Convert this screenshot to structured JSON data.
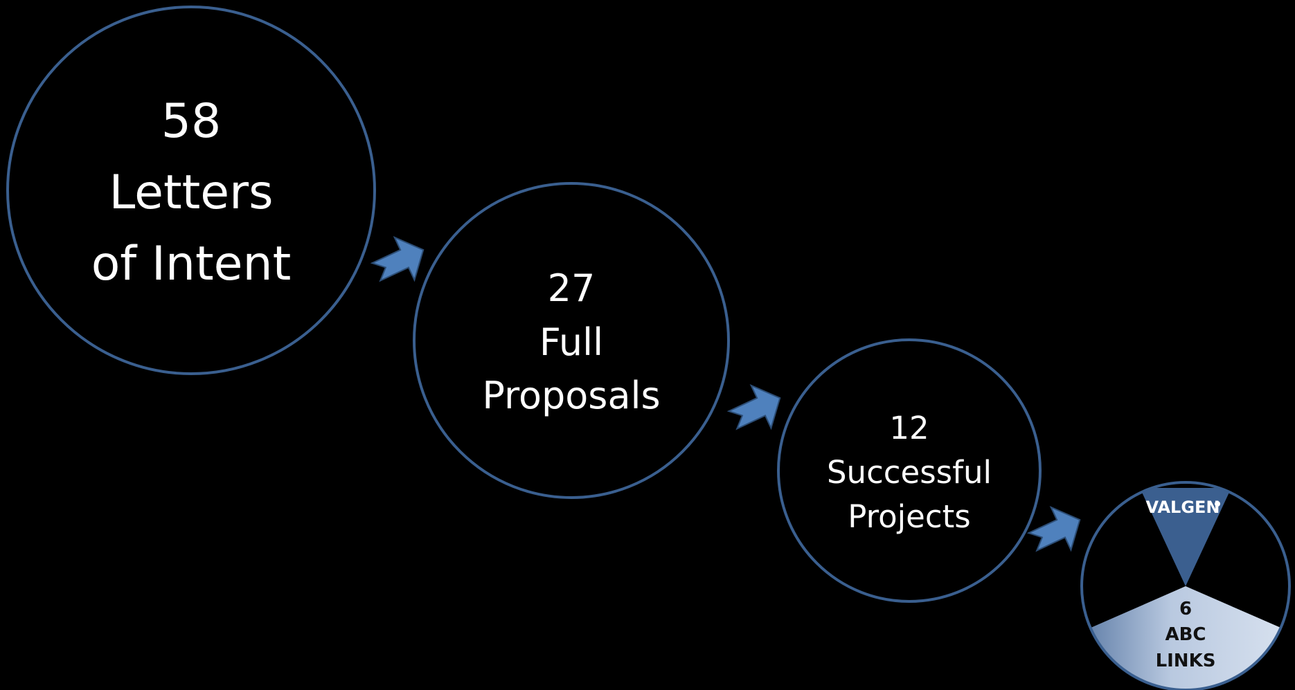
{
  "stages": [
    {
      "count": "58",
      "line1": "Letters",
      "line2": "of Intent"
    },
    {
      "count": "27",
      "line1": "Full",
      "line2": "Proposals"
    },
    {
      "count": "12",
      "line1": "Successful",
      "line2": "Projects"
    }
  ],
  "final_stage": {
    "count": "6",
    "line1": "ABC",
    "line2": "LINKS",
    "logo_text": "VALGEN"
  },
  "colors": {
    "background": "#000000",
    "circle_stroke": "#3a5f8f",
    "arrow_fill": "#4f81bd",
    "arrow_stroke": "#2c4d75",
    "wedge_top": "#3b5f8f",
    "wedge_bottom_light": "#dbe4f1",
    "wedge_bottom_dark": "#3e6599",
    "text": "#ffffff"
  },
  "icons": [
    "arrow-right-icon",
    "valgen-logo-icon"
  ]
}
